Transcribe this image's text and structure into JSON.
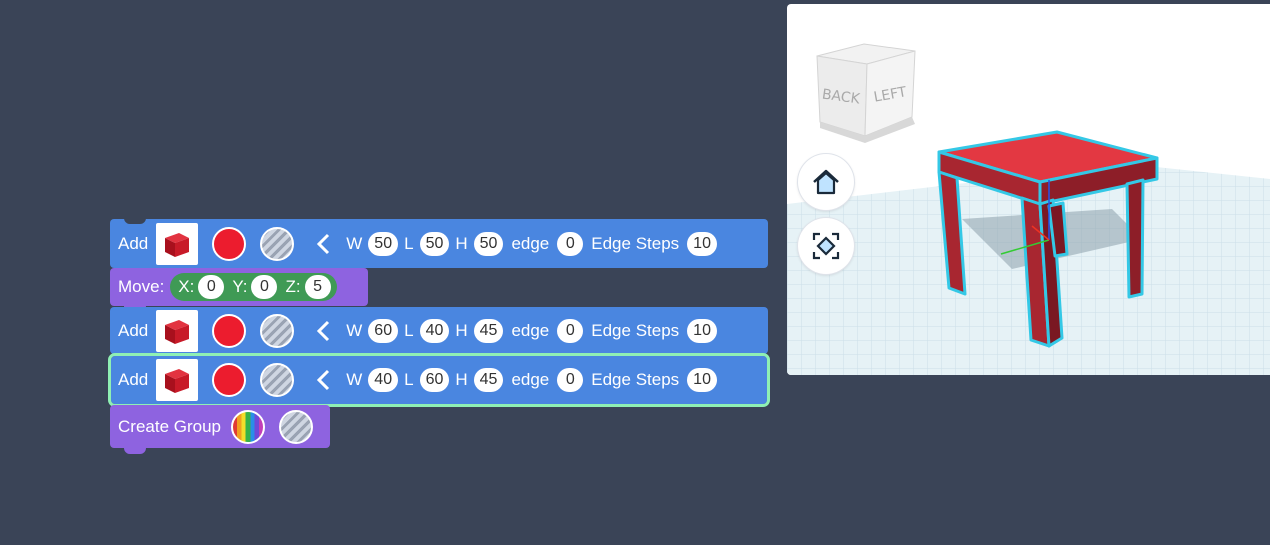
{
  "blocks": [
    {
      "label": "Add",
      "fields": [
        {
          "key": "W",
          "value": "50"
        },
        {
          "key": "L",
          "value": "50"
        },
        {
          "key": "H",
          "value": "50"
        },
        {
          "key": "edge",
          "value": "0"
        },
        {
          "key": "Edge Steps",
          "value": "10"
        }
      ]
    },
    {
      "label": "Move:",
      "fields": [
        {
          "key": "X:",
          "value": "0"
        },
        {
          "key": "Y:",
          "value": "0"
        },
        {
          "key": "Z:",
          "value": "5"
        }
      ]
    },
    {
      "label": "Add",
      "fields": [
        {
          "key": "W",
          "value": "60"
        },
        {
          "key": "L",
          "value": "40"
        },
        {
          "key": "H",
          "value": "45"
        },
        {
          "key": "edge",
          "value": "0"
        },
        {
          "key": "Edge Steps",
          "value": "10"
        }
      ]
    },
    {
      "label": "Add",
      "fields": [
        {
          "key": "W",
          "value": "40"
        },
        {
          "key": "L",
          "value": "60"
        },
        {
          "key": "H",
          "value": "45"
        },
        {
          "key": "edge",
          "value": "0"
        },
        {
          "key": "Edge Steps",
          "value": "10"
        }
      ]
    },
    {
      "label": "Create Group"
    }
  ],
  "viewcube": {
    "back": "BACK",
    "left": "LEFT"
  },
  "icons": {
    "shape": "red-box-icon",
    "color": "red-color-swatch",
    "material": "hatched-material-swatch",
    "group_color": "rainbow-color-swatch",
    "collapse": "chevron-left-icon",
    "home": "home-icon",
    "fit": "fit-view-icon"
  },
  "colors": {
    "workspace": "#3a4457",
    "block_blue": "#4a86e0",
    "block_purple": "#8e63e0",
    "move_green": "#3f9a55",
    "shape_red": "#ec1c2e",
    "selection": "#8ff0b4"
  }
}
